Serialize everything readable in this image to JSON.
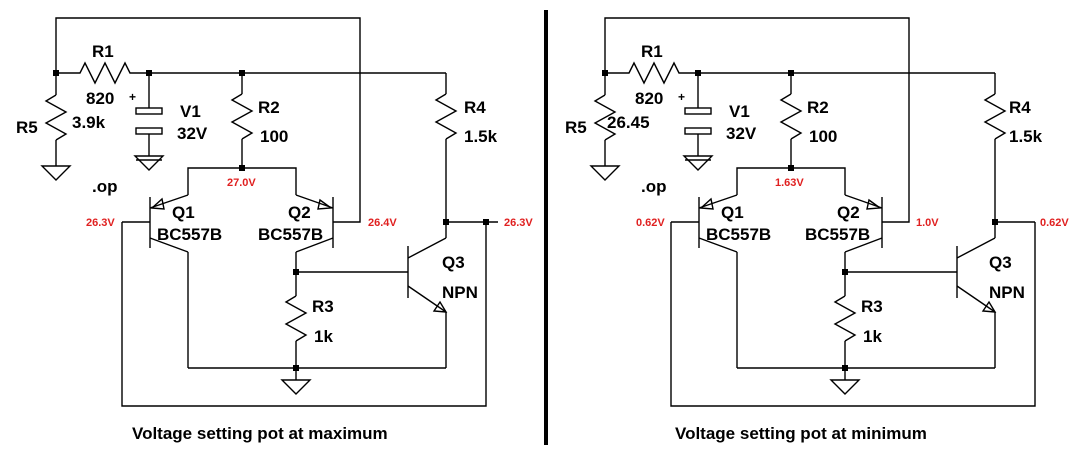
{
  "colors": {
    "voltage_label": "#e02020",
    "wire": "#000000",
    "divider": "#000000"
  },
  "panels": [
    {
      "r1_name": "R1",
      "r1_value": "820",
      "r5_name": "R5",
      "r5_value": "3.9k",
      "v1_name": "V1",
      "v1_value": "32V",
      "v1_plus": "+",
      "r2_name": "R2",
      "r2_value": "100",
      "r4_name": "R4",
      "r4_value": "1.5k",
      "op_directive": ".op",
      "q1_name": "Q1",
      "q1_model": "BC557B",
      "q2_name": "Q2",
      "q2_model": "BC557B",
      "q3_name": "Q3",
      "q3_model": "NPN",
      "r3_name": "R3",
      "r3_value": "1k",
      "v_emitter": "27.0V",
      "v_q1_base": "26.3V",
      "v_q2_base": "26.4V",
      "v_out": "26.3V",
      "caption": "Voltage setting pot at maximum"
    },
    {
      "r1_name": "R1",
      "r1_value": "820",
      "r5_name": "R5",
      "r5_value": "26.45",
      "v1_name": "V1",
      "v1_value": "32V",
      "v1_plus": "+",
      "r2_name": "R2",
      "r2_value": "100",
      "r4_name": "R4",
      "r4_value": "1.5k",
      "op_directive": ".op",
      "q1_name": "Q1",
      "q1_model": "BC557B",
      "q2_name": "Q2",
      "q2_model": "BC557B",
      "q3_name": "Q3",
      "q3_model": "NPN",
      "r3_name": "R3",
      "r3_value": "1k",
      "v_emitter": "1.63V",
      "v_q1_base": "0.62V",
      "v_q2_base": "1.0V",
      "v_out": "0.62V",
      "caption": "Voltage setting pot at minimum"
    }
  ]
}
